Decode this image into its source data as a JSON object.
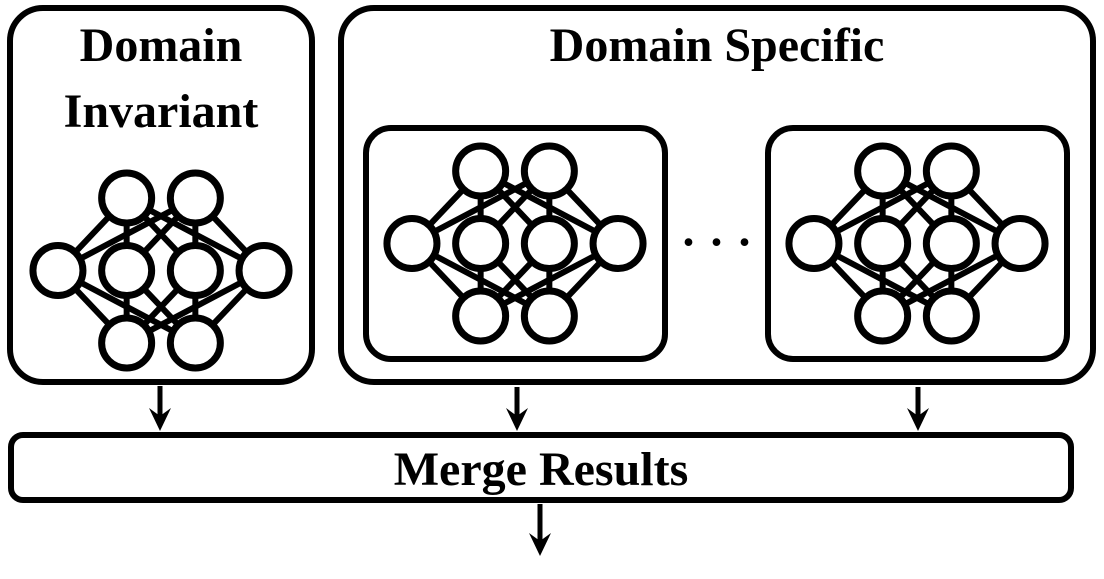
{
  "canvas": {
    "background": "#ffffff",
    "line_color": "#000000"
  },
  "domain_invariant": {
    "title_line1": "Domain",
    "title_line2": "Invariant"
  },
  "domain_specific": {
    "title": "Domain Specific",
    "ellipsis": "· · ·"
  },
  "merge": {
    "label": "Merge Results"
  },
  "network": {
    "icon": "neural-network-icon",
    "layers": [
      2,
      4,
      2
    ]
  }
}
